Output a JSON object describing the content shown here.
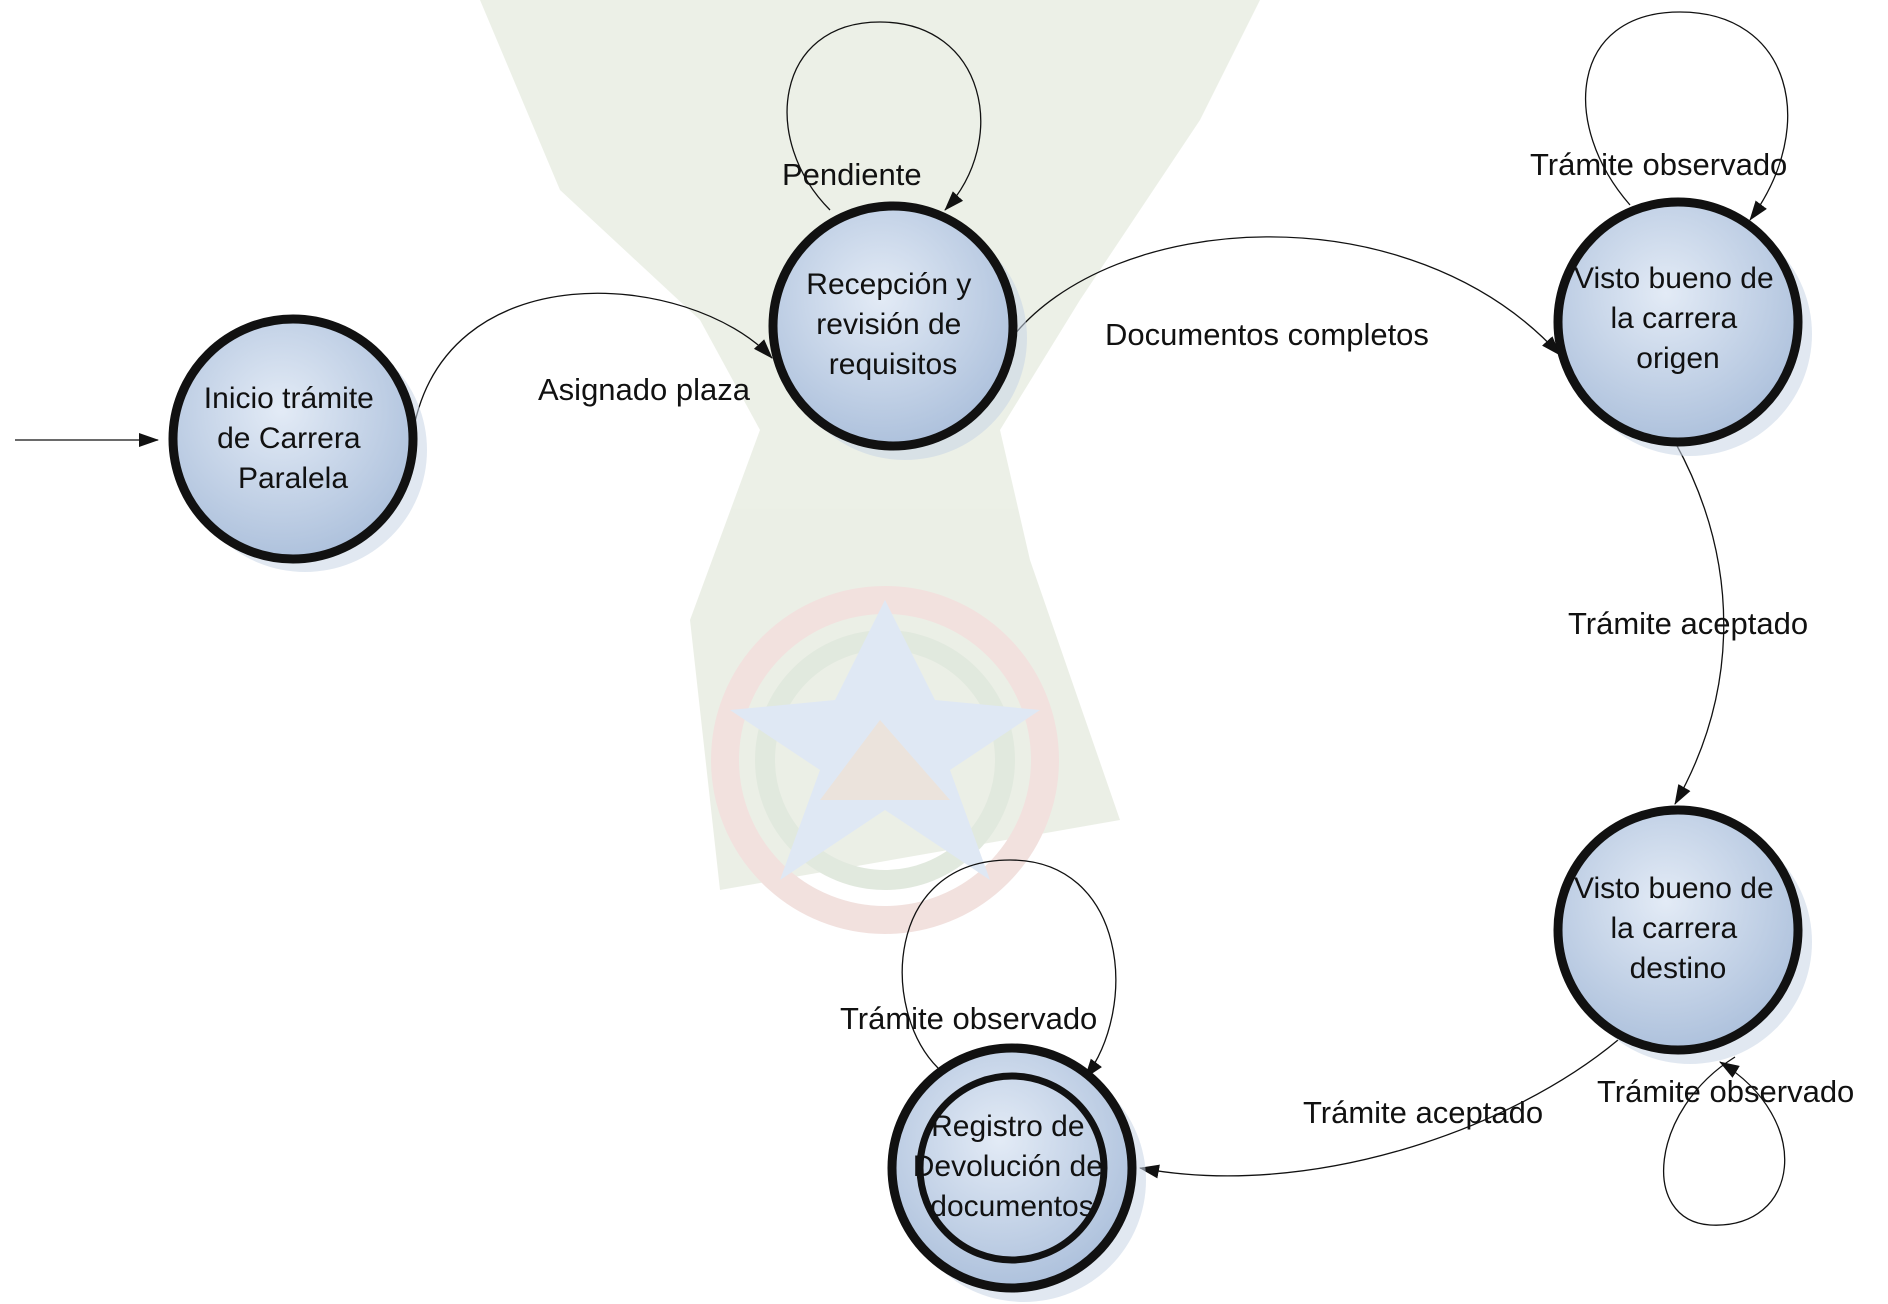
{
  "states": {
    "inicio": {
      "lines": [
        "Inicio trámite",
        "de Carrera",
        "Paralela"
      ]
    },
    "recepcion": {
      "lines": [
        "Recepción y",
        "revisión de",
        "requisitos"
      ]
    },
    "visto_origen": {
      "lines": [
        "Visto bueno de",
        "la carrera",
        "origen"
      ]
    },
    "visto_destino": {
      "lines": [
        "Visto bueno de",
        "la carrera",
        "destino"
      ]
    },
    "registro": {
      "lines": [
        "Registro de",
        "Devolución de",
        "documentos"
      ]
    }
  },
  "transitions": {
    "asignado_plaza": "Asignado plaza",
    "pendiente": "Pendiente",
    "documentos_completos": "Documentos completos",
    "origen_observado": "Trámite observado",
    "origen_aceptado": "Trámite aceptado",
    "destino_observado": "Trámite observado",
    "destino_aceptado": "Trámite aceptado",
    "registro_observado": "Trámite observado"
  },
  "colors": {
    "state_fill_top": "#dbe5f3",
    "state_fill_bottom": "#a9bedb",
    "outline": "#111111",
    "watermark": "#6f8f3a"
  }
}
